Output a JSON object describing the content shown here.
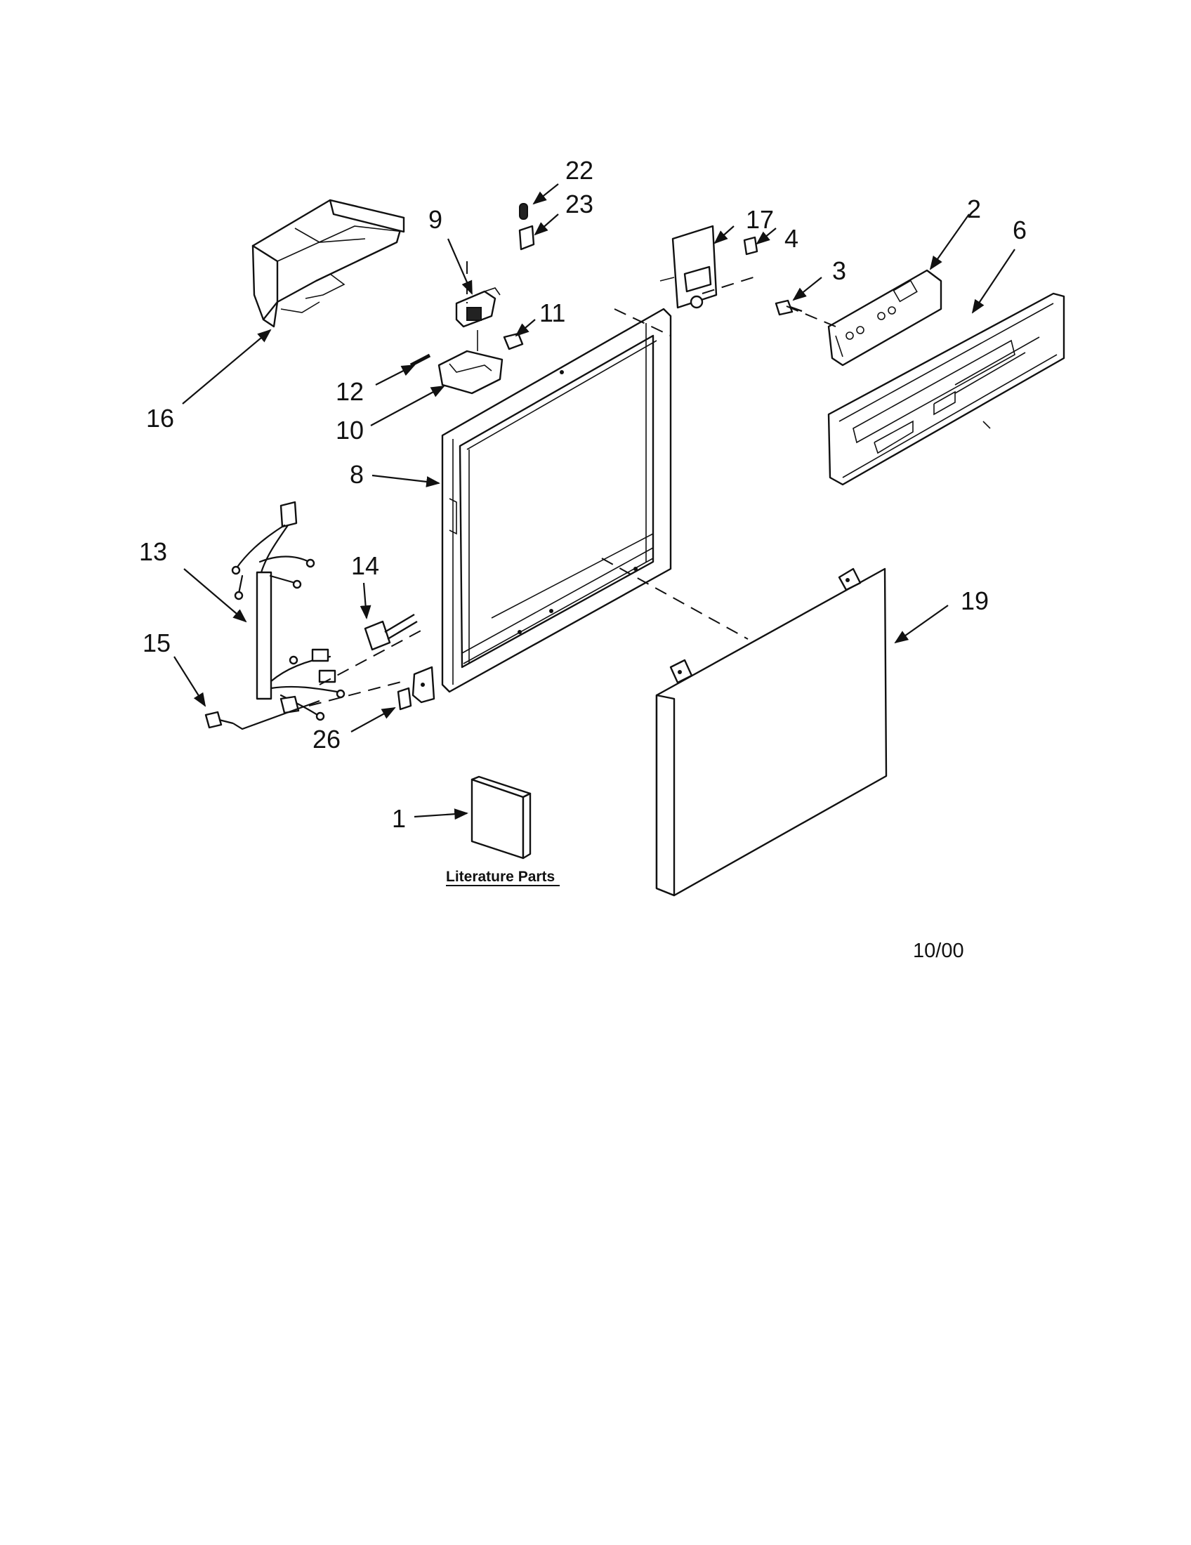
{
  "diagram": {
    "labels": {
      "p1": "1",
      "p2": "2",
      "p3": "3",
      "p4": "4",
      "p6": "6",
      "p8": "8",
      "p9": "9",
      "p10": "10",
      "p11": "11",
      "p12": "12",
      "p13": "13",
      "p14": "14",
      "p15": "15",
      "p16": "16",
      "p17": "17",
      "p19": "19",
      "p22": "22",
      "p23": "23",
      "p26": "26"
    },
    "literature_label": "Literature Parts",
    "date_code": "10/00"
  }
}
